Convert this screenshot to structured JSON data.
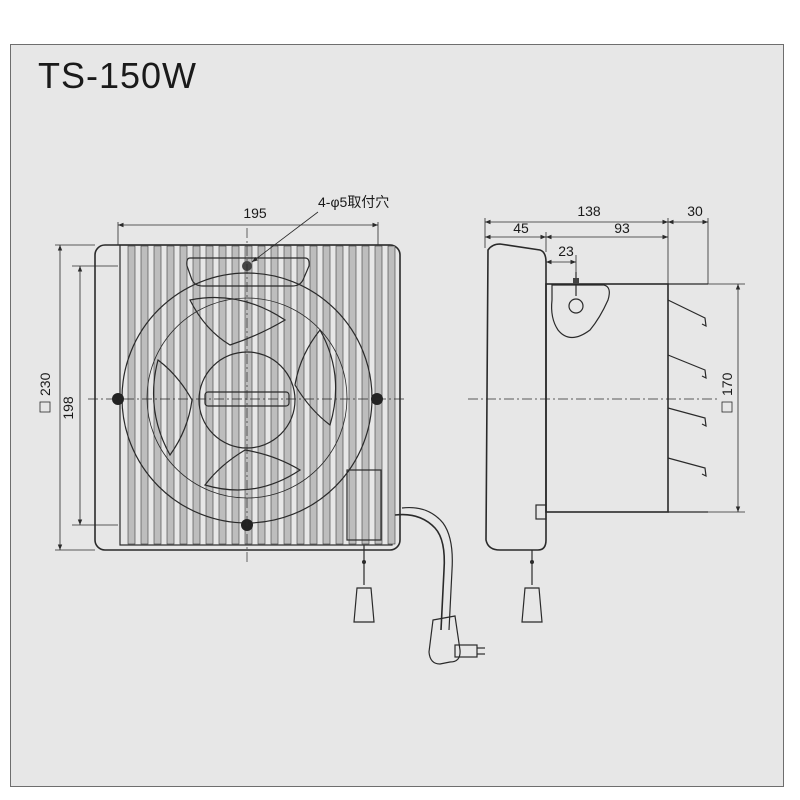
{
  "model": "TS-150W",
  "front_view": {
    "width_dim": "195",
    "hole_note": "4-φ5取付穴",
    "outer_size_dim": "230",
    "inner_size_dim": "198"
  },
  "side_view": {
    "overall_depth_dim": "138",
    "louver_dim": "30",
    "front_dim": "45",
    "body_dim": "93",
    "offset_dim": "23",
    "duct_size_dim": "170"
  },
  "colors": {
    "background": "#e7e7e7",
    "line": "#2a2a2a",
    "body": "#d0d0d0"
  }
}
